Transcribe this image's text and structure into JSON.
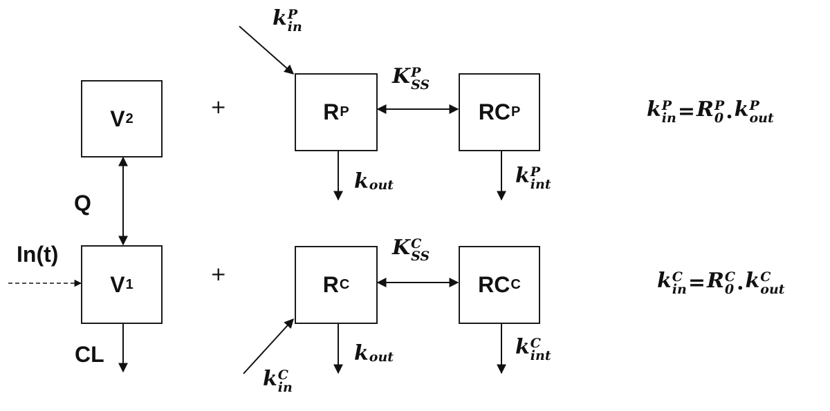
{
  "boxes": {
    "v2": {
      "base": "V",
      "sub": "2"
    },
    "v1": {
      "base": "V",
      "sub": "1"
    },
    "rp": {
      "base": "R",
      "sup": "P"
    },
    "rcp": {
      "base": "RC",
      "sup": "P"
    },
    "rc": {
      "base": "R",
      "sup": "C"
    },
    "rcc": {
      "base": "RC",
      "sup": "C"
    }
  },
  "labels": {
    "q": "Q",
    "cl": "CL",
    "input": "In(t)",
    "plus": "+"
  },
  "rates": {
    "kin_p": {
      "base": "k",
      "sup": "P",
      "sub": "in"
    },
    "kin_c": {
      "base": "k",
      "sup": "C",
      "sub": "in"
    },
    "kss_p": {
      "base": "K",
      "sup": "P",
      "sub": "SS"
    },
    "kss_c": {
      "base": "K",
      "sup": "C",
      "sub": "SS"
    },
    "kout_top": {
      "base": "k",
      "sub": "out"
    },
    "kout_bottom": {
      "base": "k",
      "sub": "out"
    },
    "kint_p": {
      "base": "k",
      "sup": "P",
      "sub": "int"
    },
    "kint_c": {
      "base": "k",
      "sup": "C",
      "sub": "int"
    }
  },
  "equations": {
    "p": {
      "lhs": {
        "base": "k",
        "sup": "P",
        "sub": "in"
      },
      "equals": "=",
      "r0": {
        "base": "R",
        "sup": "P",
        "sub": "0"
      },
      "dot": ".",
      "kout": {
        "base": "k",
        "sup": "P",
        "sub": "out"
      }
    },
    "c": {
      "lhs": {
        "base": "k",
        "sup": "C",
        "sub": "in"
      },
      "equals": "=",
      "r0": {
        "base": "R",
        "sup": "C",
        "sub": "0"
      },
      "dot": ".",
      "kout": {
        "base": "k",
        "sup": "C",
        "sub": "out"
      }
    }
  }
}
